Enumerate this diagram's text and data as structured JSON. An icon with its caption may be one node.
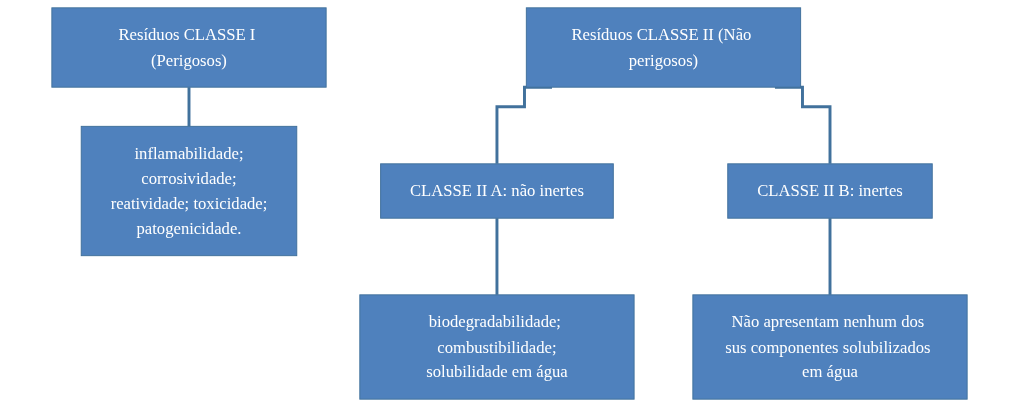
{
  "diagram": {
    "nodes": [
      {
        "text": [
          "Resíduos CLASSE I (Perigosos)"
        ]
      },
      {
        "text": [
          "inflamabilidade;",
          "corrosividade;",
          "reatividade; toxicidade;",
          "patogenicidade."
        ]
      },
      {
        "text": [
          "Resíduos CLASSE II (Não perigosos)"
        ]
      },
      {
        "text": [
          "CLASSE II A: não inertes"
        ]
      },
      {
        "text": [
          "CLASSE II B: inertes"
        ]
      },
      {
        "text": [
          "biodegradabilidade; combustibilidade;",
          "solubilidade em água"
        ]
      },
      {
        "text": [
          "Não apresentam nenhum dos sus componentes solubilizados em água"
        ]
      }
    ],
    "edges": [
      {
        "from": 0,
        "to": 1,
        "arrow": "none"
      },
      {
        "from": 2,
        "to": 3,
        "arrow": "none"
      },
      {
        "from": 2,
        "to": 4,
        "arrow": "none"
      },
      {
        "from": 3,
        "to": 5,
        "arrow": "none"
      },
      {
        "from": 4,
        "to": 6,
        "arrow": "none"
      }
    ]
  }
}
